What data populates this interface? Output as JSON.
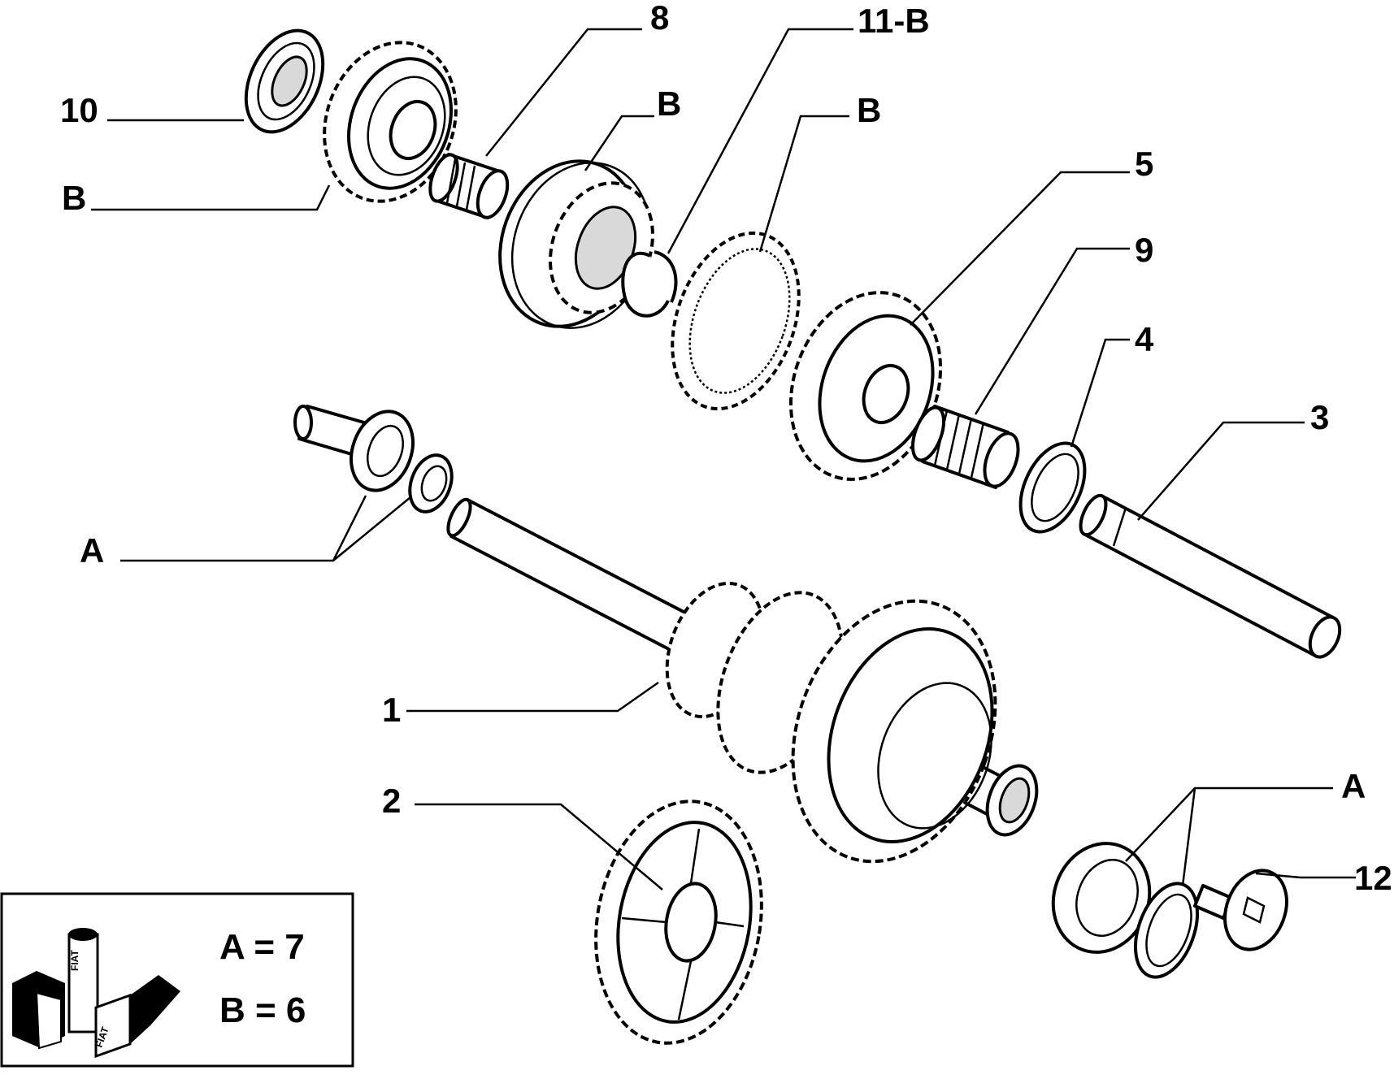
{
  "callouts": {
    "c1": "1",
    "c2": "2",
    "c3": "3",
    "c4": "4",
    "c5": "5",
    "c8": "8",
    "c9": "9",
    "c10": "10",
    "c11b": "11-B",
    "c12": "12",
    "cA_left": "A",
    "cA_right": "A",
    "cB_left": "B",
    "cB_top1": "B",
    "cB_top2": "B"
  },
  "legend": {
    "line_a": "A = 7",
    "line_b": "B = 6",
    "logo_text": "FIAT"
  }
}
